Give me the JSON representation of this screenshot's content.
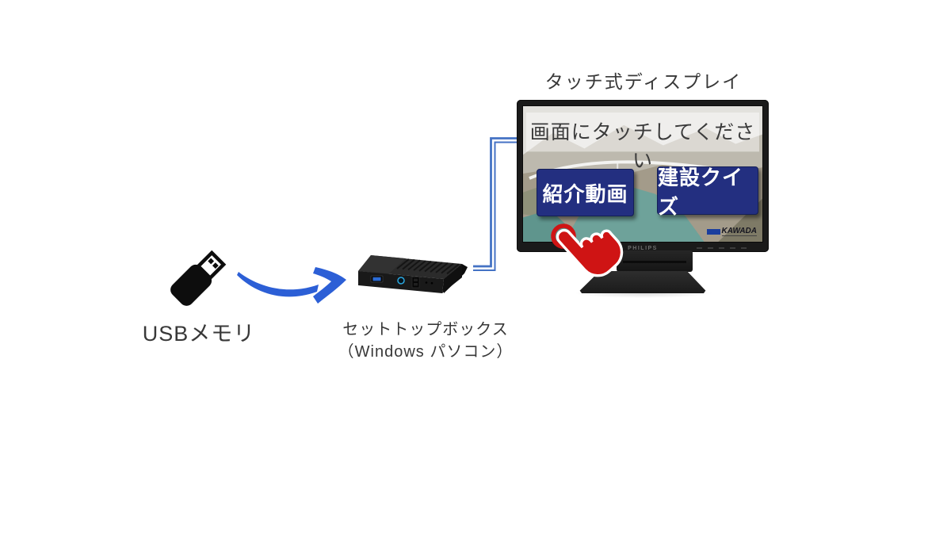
{
  "diagram": {
    "usb": {
      "label": "USBメモリ"
    },
    "set_top_box": {
      "label": "セットトップボックス",
      "sublabel": "（Windows パソコン）"
    },
    "display": {
      "title": "タッチ式ディスプレイ",
      "brand": "PHILIPS",
      "screen": {
        "headline": "画面にタッチしてください",
        "buttons": [
          {
            "label": "紹介動画"
          },
          {
            "label": "建設クイズ"
          }
        ],
        "logo": "KAWADA"
      }
    },
    "colors": {
      "arrow_blue": "#2c5fd6",
      "cable_blue": "#4472c4",
      "button_navy": "#232f80",
      "touch_red": "#cf1414"
    }
  }
}
